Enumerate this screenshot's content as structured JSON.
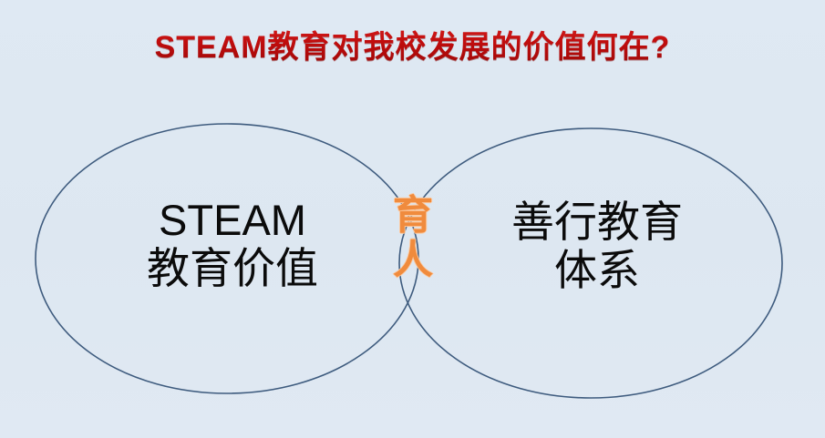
{
  "slide": {
    "title": "STEAM教育对我校发展的价值何在?",
    "background_color": "#dee8f2",
    "title_color": "#c00d0d"
  },
  "venn": {
    "outline_color": "#3e5b7e",
    "fill_color": "#dde7f1",
    "left_circle": {
      "line1": "STEAM",
      "line2": "教育价值",
      "text_color": "#0b0b0b"
    },
    "right_circle": {
      "line1": "善行教育",
      "line2": "体系",
      "text_color": "#0b0b0b"
    },
    "intersection": {
      "char1": "育",
      "char2": "人",
      "text_color": "#f08b3d"
    }
  }
}
